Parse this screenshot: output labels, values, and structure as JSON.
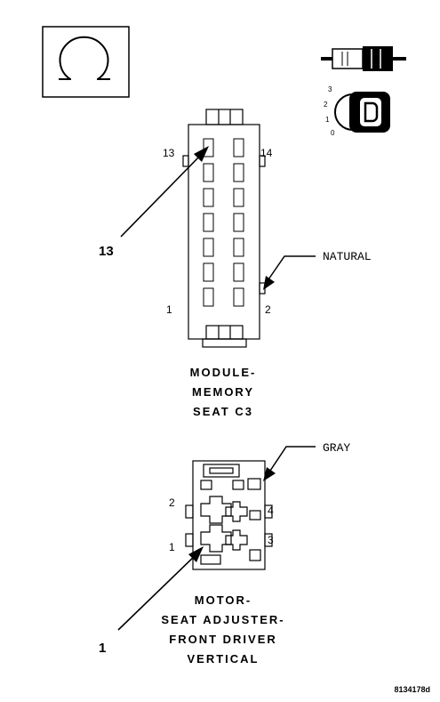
{
  "connector_c3": {
    "pin_top_left": "13",
    "pin_top_right": "14",
    "pin_bottom_left": "1",
    "pin_bottom_right": "2",
    "callout_pin": "13",
    "color_label": "NATURAL",
    "title_lines": [
      "MODULE-",
      "MEMORY",
      "SEAT C3"
    ]
  },
  "connector_motor": {
    "pin_2": "2",
    "pin_4": "4",
    "pin_1": "1",
    "pin_3": "3",
    "callout_pin": "1",
    "color_label": "GRAY",
    "title_lines": [
      "MOTOR-",
      "SEAT ADJUSTER-",
      "FRONT DRIVER",
      "VERTICAL"
    ]
  },
  "ignition_icon": {
    "positions": [
      "3",
      "2",
      "1",
      "0"
    ]
  },
  "figure_id": "8134178d"
}
